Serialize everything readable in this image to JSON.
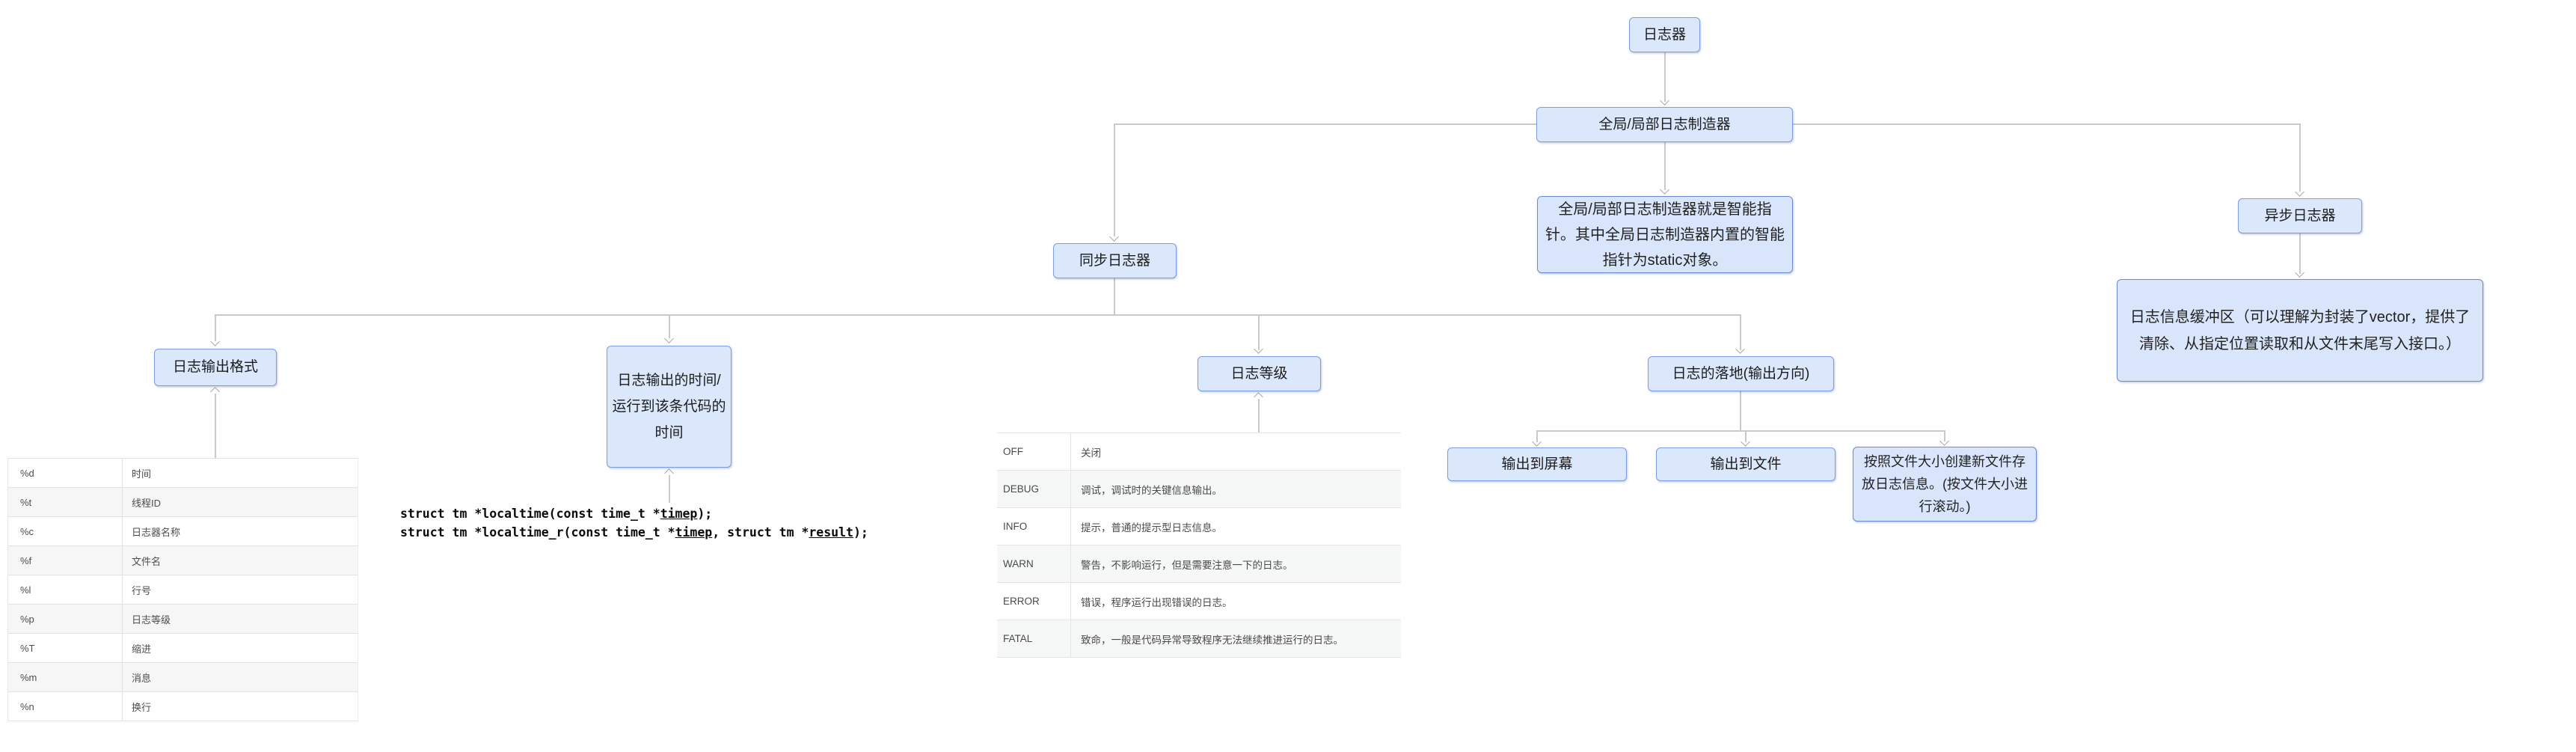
{
  "colors": {
    "node_fill": "#dbe8fc",
    "node_border": "#7c9de2",
    "note_fill": "#d9e5fa",
    "note_border": "#6b8cd4",
    "line": "#c9c9c9",
    "table_stripe": "#f6f6f6"
  },
  "nodes": {
    "root": {
      "label": "日志器"
    },
    "maker": {
      "label": "全局/局部日志制造器"
    },
    "sync": {
      "label": "同步日志器"
    },
    "async": {
      "label": "异步日志器"
    },
    "fmt": {
      "label": "日志输出格式"
    },
    "time": {
      "label": "日志输出的时间/运行到该条代码的时间"
    },
    "level": {
      "label": "日志等级"
    },
    "sink": {
      "label": "日志的落地(输出方向)"
    },
    "screen": {
      "label": "输出到屏幕"
    },
    "file": {
      "label": "输出到文件"
    }
  },
  "notes": {
    "maker_note": {
      "text": "全局/局部日志制造器就是智能指针。其中全局日志制造器内置的智能指针为static对象。"
    },
    "buffer_note": {
      "text": "日志信息缓冲区（可以理解为封装了vector，提供了清除、从指定位置读取和从文件末尾写入接口。）"
    },
    "roll_note": {
      "text": "按照文件大小创建新文件存放日志信息。(按文件大小进行滚动。)"
    }
  },
  "format_table": {
    "rows": [
      [
        "%d",
        "时间"
      ],
      [
        "%t",
        "线程ID"
      ],
      [
        "%c",
        "日志器名称"
      ],
      [
        "%f",
        "文件名"
      ],
      [
        "%l",
        "行号"
      ],
      [
        "%p",
        "日志等级"
      ],
      [
        "%T",
        "缩进"
      ],
      [
        "%m",
        "消息"
      ],
      [
        "%n",
        "换行"
      ]
    ]
  },
  "level_table": {
    "rows": [
      [
        "OFF",
        "关闭"
      ],
      [
        "DEBUG",
        "调试，调试时的关键信息输出。"
      ],
      [
        "INFO",
        "提示，普通的提示型日志信息。"
      ],
      [
        "WARN",
        "警告，不影响运行，但是需要注意一下的日志。"
      ],
      [
        "ERROR",
        "错误，程序运行出现错误的日志。"
      ],
      [
        "FATAL",
        "致命，一般是代码异常导致程序无法继续推进运行的日志。"
      ]
    ]
  },
  "code": {
    "lines": [
      [
        {
          "t": "struct tm *localtime(const time_t *"
        },
        {
          "t": "timep",
          "u": true
        },
        {
          "t": ");"
        }
      ],
      [
        {
          "t": "struct tm *localtime_r(const time_t *"
        },
        {
          "t": "timep",
          "u": true
        },
        {
          "t": ", struct tm *"
        },
        {
          "t": "result",
          "u": true
        },
        {
          "t": ");"
        }
      ]
    ]
  }
}
